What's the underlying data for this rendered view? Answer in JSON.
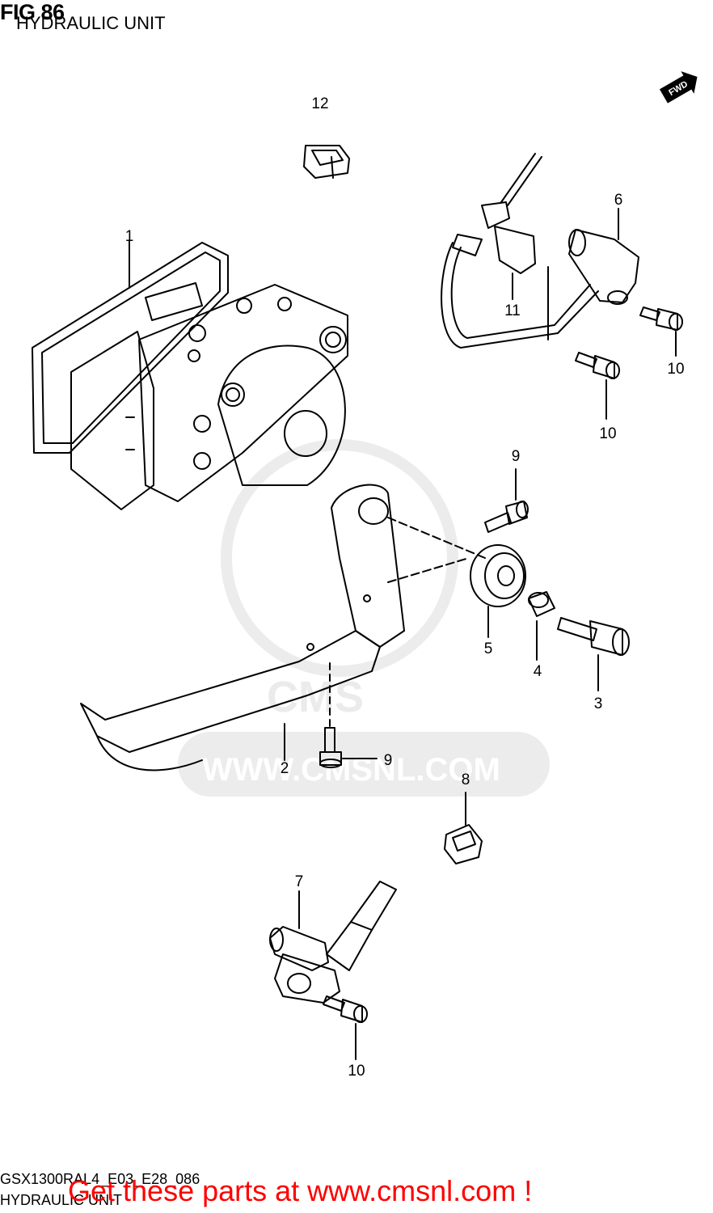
{
  "figure": {
    "title": "FIG 86",
    "subtitle": "HYDRAULIC UNIT"
  },
  "fwd_label": "FWD",
  "watermark": {
    "text": "WWW.CMSNL.COM",
    "logo_text": "CMS"
  },
  "callouts": {
    "c1": "1",
    "c2": "2",
    "c3": "3",
    "c4": "4",
    "c5": "5",
    "c6": "6",
    "c7": "7",
    "c8": "8",
    "c9a": "9",
    "c9b": "9",
    "c10a": "10",
    "c10b": "10",
    "c10c": "10",
    "c11": "11",
    "c12": "12"
  },
  "footer": {
    "model_code": "GSX1300RAL4_E03_E28_086",
    "name": "HYDRAULIC UNIT",
    "promo": "Get these parts at www.cmsnl.com !"
  },
  "colors": {
    "line": "#000000",
    "watermark": "#ebebeb",
    "promo": "#ff0000"
  }
}
